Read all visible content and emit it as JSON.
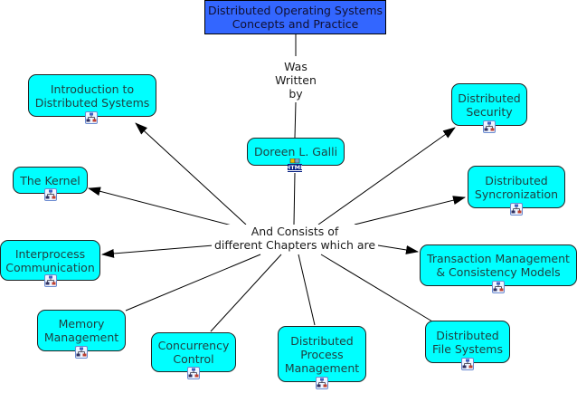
{
  "root": {
    "title": "Distributed Operating Systems\nConcepts and Practice",
    "color": "#3366ff"
  },
  "link_phrases": {
    "written_by": "Was\nWritten\nby",
    "consists_of": "And Consists of\ndifferent Chapters which are"
  },
  "author": {
    "label": "Doreen L. Galli",
    "icon": "html-resource-icon"
  },
  "chapters": [
    {
      "id": "intro",
      "label": "Introduction to\nDistributed Systems",
      "icon": "concept-map-icon"
    },
    {
      "id": "kernel",
      "label": "The Kernel",
      "icon": "concept-map-icon"
    },
    {
      "id": "ipc",
      "label": "Interprocess\nCommunication",
      "icon": "concept-map-icon"
    },
    {
      "id": "memory",
      "label": "Memory\nManagement",
      "icon": "concept-map-icon"
    },
    {
      "id": "concurrency",
      "label": "Concurrency\nControl",
      "icon": "concept-map-icon"
    },
    {
      "id": "process",
      "label": "Distributed\nProcess\nManagement",
      "icon": "concept-map-icon"
    },
    {
      "id": "filesystems",
      "label": "Distributed\nFile Systems",
      "icon": "concept-map-icon"
    },
    {
      "id": "transaction",
      "label": "Transaction Management\n& Consistency Models",
      "icon": "concept-map-icon"
    },
    {
      "id": "sync",
      "label": "Distributed\nSyncronization",
      "icon": "concept-map-icon"
    },
    {
      "id": "security",
      "label": "Distributed\nSecurity",
      "icon": "concept-map-icon"
    }
  ],
  "colors": {
    "concept_fill": "#00ffff",
    "root_fill": "#3366ff",
    "line": "#000000"
  }
}
